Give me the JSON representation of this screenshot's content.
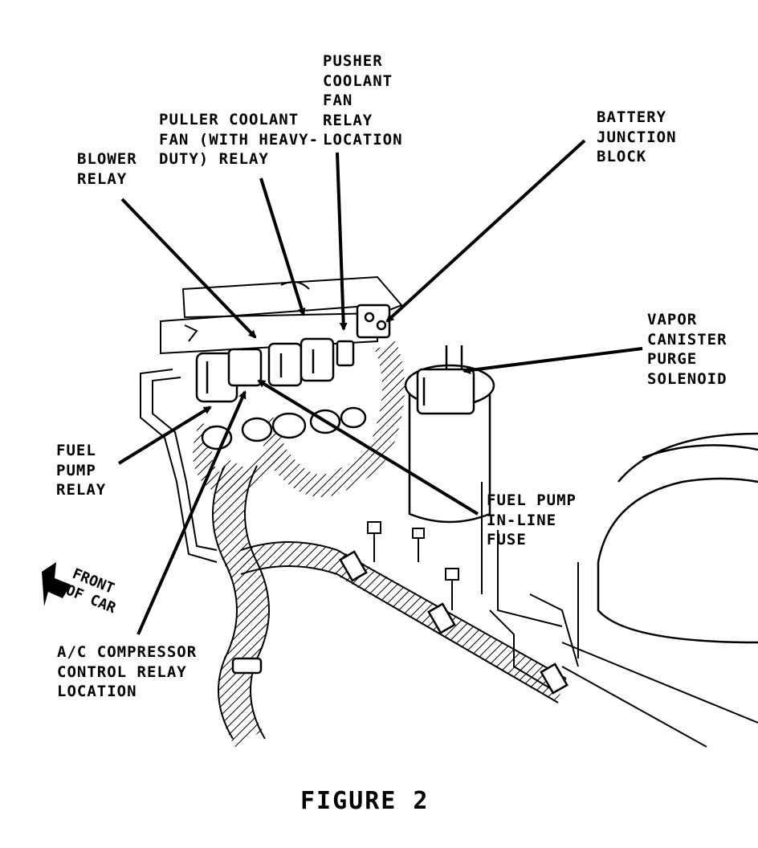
{
  "labels": {
    "pusher": [
      "PUSHER",
      "COOLANT",
      "FAN",
      "RELAY",
      "LOCATION"
    ],
    "puller": [
      "PULLER COOLANT",
      "FAN (WITH HEAVY-",
      "DUTY) RELAY"
    ],
    "blower": [
      "BLOWER",
      "RELAY"
    ],
    "battery": [
      "BATTERY",
      "JUNCTION",
      "BLOCK"
    ],
    "vapor": [
      "VAPOR",
      "CANISTER",
      "PURGE",
      "SOLENOID"
    ],
    "fuel_pump_relay": [
      "FUEL",
      "PUMP",
      "RELAY"
    ],
    "fuel_pump_fuse": [
      "FUEL PUMP",
      "IN-LINE",
      "FUSE"
    ],
    "ac_relay": [
      "A/C COMPRESSOR",
      "CONTROL RELAY",
      "LOCATION"
    ],
    "front": [
      "FRONT",
      "OF CAR"
    ]
  },
  "caption": "FIGURE 2"
}
